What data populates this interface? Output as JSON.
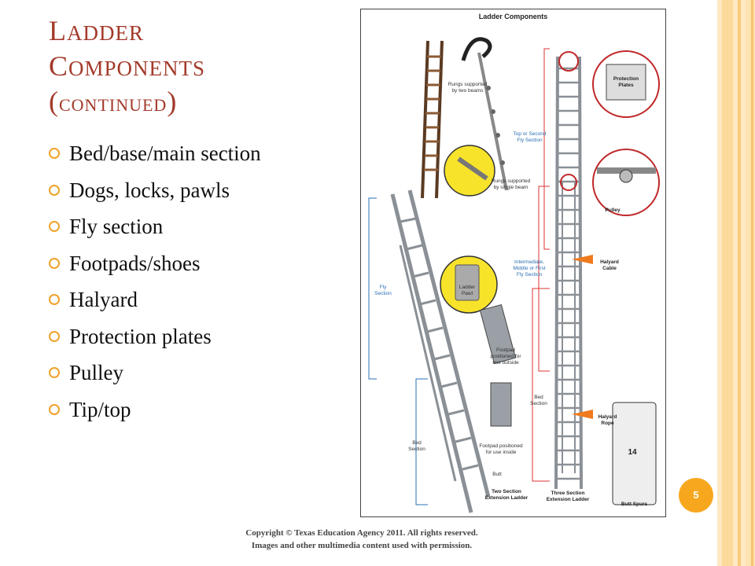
{
  "slide": {
    "title_line1_first": "L",
    "title_line1_rest": "ADDER",
    "title_line2_first": "C",
    "title_line2_rest": "OMPONENTS",
    "title_line3_open": "(",
    "title_line3_word": "CONTINUED",
    "title_line3_close": ")",
    "bullets": [
      "Bed/base/main section",
      "Dogs, locks, pawls",
      "Fly section",
      "Footpads/shoes",
      "Halyard",
      "Protection plates",
      "Pulley",
      "Tip/top"
    ],
    "page_number": "5",
    "footer_line1": "Copyright © Texas Education Agency 2011. All rights reserved.",
    "footer_line2": "Images and other multimedia content used with permission.",
    "accent_color": "#f7a71e",
    "title_color": "#a33a2a"
  },
  "figure": {
    "title": "Ladder Components",
    "labels": {
      "rungs_two_beams": "Rungs supported by two beams",
      "rungs_single_beam": "Rungs supported by single beam",
      "top_fly": "Top or Second Fly Section",
      "protection_plates": "Protection Plates",
      "pulley": "Pulley",
      "intermediate_fly": "Intermediate, Middle or First Fly Section",
      "halyard_cable": "Halyard Cable",
      "fly_section": "Fly Section",
      "ladder_pawl": "Ladder Pawl",
      "footpad_outside": "Footpad positioned for use outside",
      "footpad_inside": "Footpad positioned for use inside",
      "bed_section_1": "Bed Section",
      "bed_section_2": "Bed Section",
      "halyard_rope": "Halyard Rope",
      "butt": "Butt",
      "butt_spurs": "Butt Spurs",
      "two_section": "Two Section Extension Ladder",
      "three_section": "Three Section Extension Ladder",
      "rung_number": "14"
    }
  }
}
